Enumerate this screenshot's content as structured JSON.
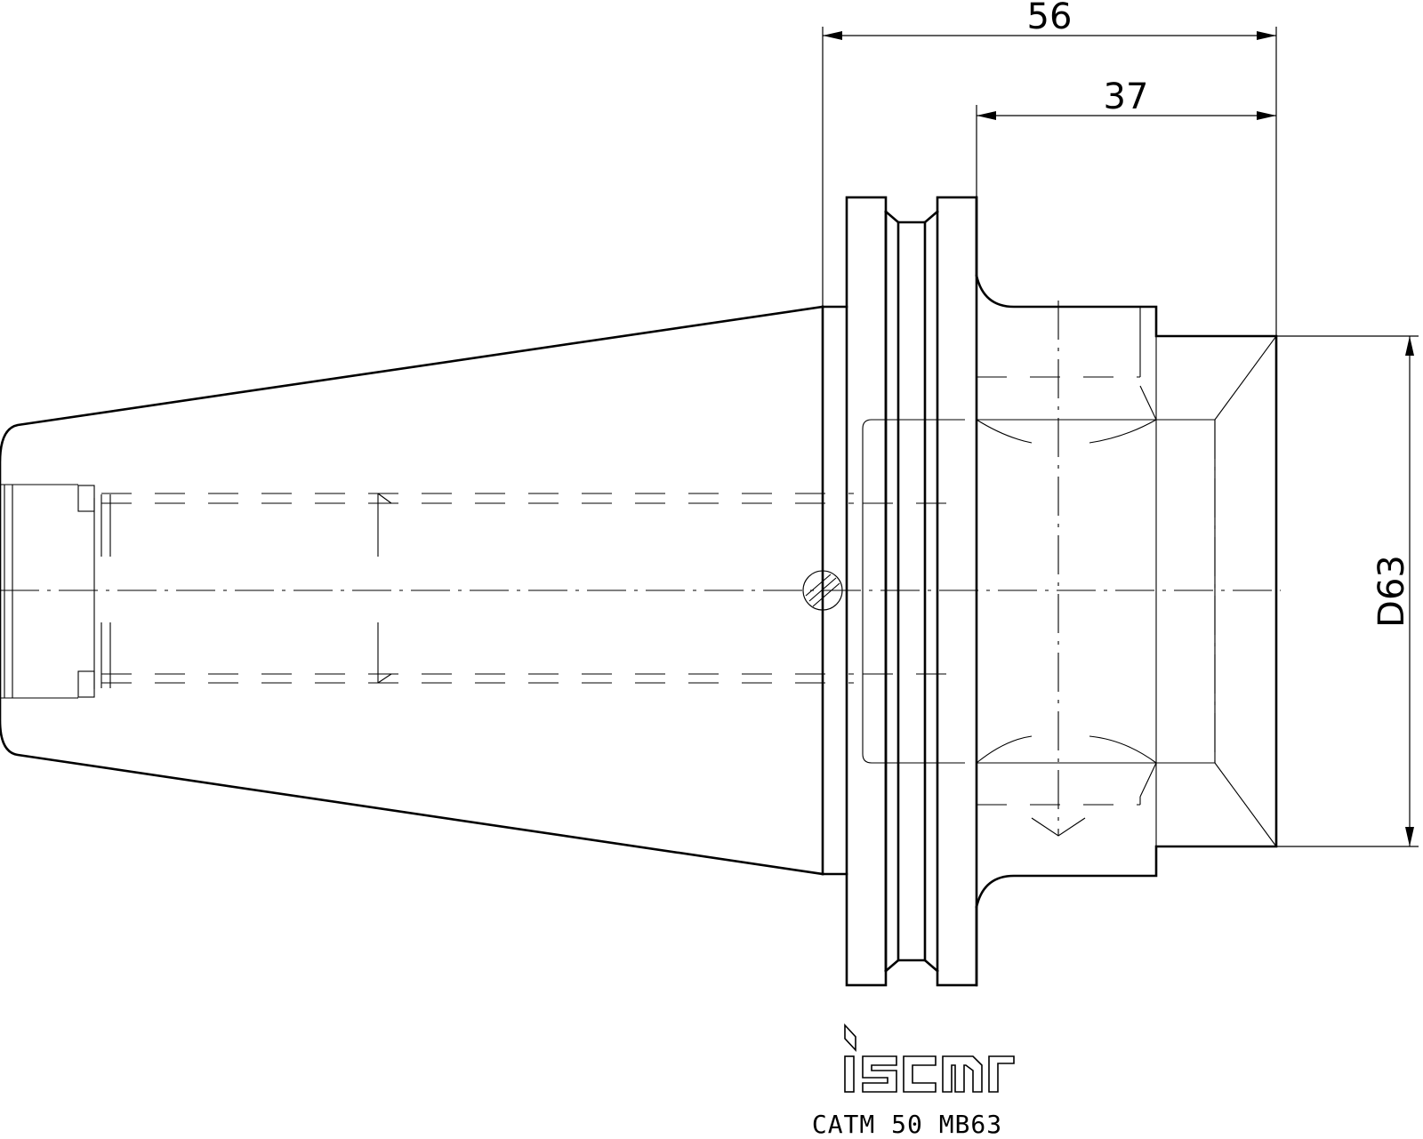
{
  "drawing": {
    "dimensions": {
      "overall_length": "56",
      "body_length": "37",
      "diameter": "D63"
    },
    "brand": {
      "logo_text": "iscar"
    },
    "part_designation": "CATM 50 MB63"
  }
}
